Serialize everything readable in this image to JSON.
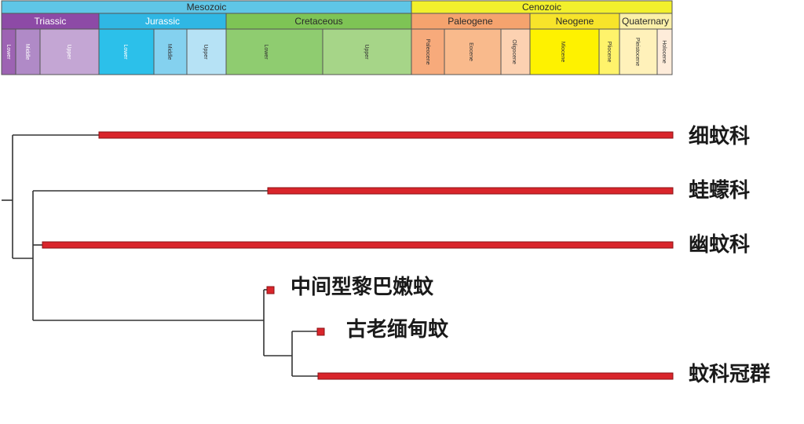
{
  "timescale": {
    "eras": [
      {
        "name": "Mesozoic",
        "color": "#5fc6e7"
      },
      {
        "name": "Cenozoic",
        "color": "#f2f02c"
      }
    ],
    "periods": [
      {
        "name": "Triassic",
        "color": "#8d4aa6"
      },
      {
        "name": "Jurassic",
        "color": "#2fb7e4"
      },
      {
        "name": "Cretaceous",
        "color": "#7ec455"
      },
      {
        "name": "Paleogene",
        "color": "#f5a36e"
      },
      {
        "name": "Neogene",
        "color": "#f7e42a"
      },
      {
        "name": "Quaternary",
        "color": "#fbf0a8"
      }
    ],
    "epochs": [
      {
        "name": "Lower",
        "color": "#9d63b3"
      },
      {
        "name": "Middle",
        "color": "#b08ac7"
      },
      {
        "name": "Upper",
        "color": "#c4a6d4"
      },
      {
        "name": "Lower",
        "color": "#2cc0ea"
      },
      {
        "name": "Middle",
        "color": "#84d1ef"
      },
      {
        "name": "Upper",
        "color": "#b6e2f5"
      },
      {
        "name": "Lower",
        "color": "#8fcc70"
      },
      {
        "name": "Upper",
        "color": "#a6d588"
      },
      {
        "name": "Paleocene",
        "color": "#f7aa7b"
      },
      {
        "name": "Eocene",
        "color": "#f9ba8c"
      },
      {
        "name": "Oligocene",
        "color": "#fcd1b1"
      },
      {
        "name": "Miocene",
        "color": "#fef200"
      },
      {
        "name": "Pliocene",
        "color": "#fff36b"
      },
      {
        "name": "Pleistocene",
        "color": "#fff1ba"
      },
      {
        "name": "Holocene",
        "color": "#feecda"
      }
    ]
  },
  "taxa": [
    {
      "name": "细蚊科",
      "kind": "range-bar"
    },
    {
      "name": "蛙蠓科",
      "kind": "range-bar"
    },
    {
      "name": "幽蚊科",
      "kind": "range-bar"
    },
    {
      "name": "中间型黎巴嫩蚊",
      "kind": "fossil-point"
    },
    {
      "name": "古老缅甸蚊",
      "kind": "fossil-point"
    },
    {
      "name": "蚊科冠群",
      "kind": "range-bar"
    }
  ],
  "colors": {
    "bar": "#d9252b",
    "bar_edge": "#8a1114",
    "branch": "#333333"
  }
}
